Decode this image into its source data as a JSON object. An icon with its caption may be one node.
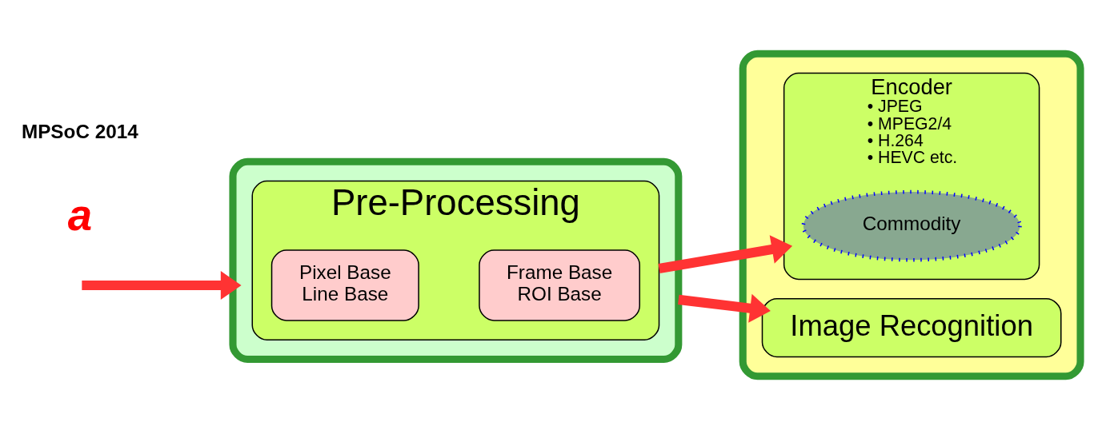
{
  "diagram": {
    "nodes": [
      {
        "text": [],
        "shape": "box"
      },
      {
        "text": [
          "Pre-Processing"
        ],
        "in": 0
      },
      {
        "text": [
          "Pixel Base",
          "Line Base"
        ],
        "in": 1
      },
      {
        "text": [
          "Frame Base",
          "ROI Base"
        ],
        "in": 1
      },
      {
        "text": [],
        "shape": "box"
      },
      {
        "text": [
          "Encoder",
          "• JPEG",
          "• MPEG2/4",
          "• H.264",
          "• HEVC etc."
        ],
        "in": 4
      },
      {
        "text": [
          "Commodity"
        ],
        "in": 5
      },
      {
        "text": [
          "Image Recognition"
        ],
        "in": 4
      }
    ],
    "edges": [
      {
        "from": null,
        "to": 0,
        "arrow": "to"
      },
      {
        "from": 1,
        "to": 5,
        "arrow": "to"
      },
      {
        "from": 0,
        "to": 7,
        "arrow": "to"
      }
    ],
    "labels": [
      "a",
      "MPSoC 2014"
    ]
  }
}
